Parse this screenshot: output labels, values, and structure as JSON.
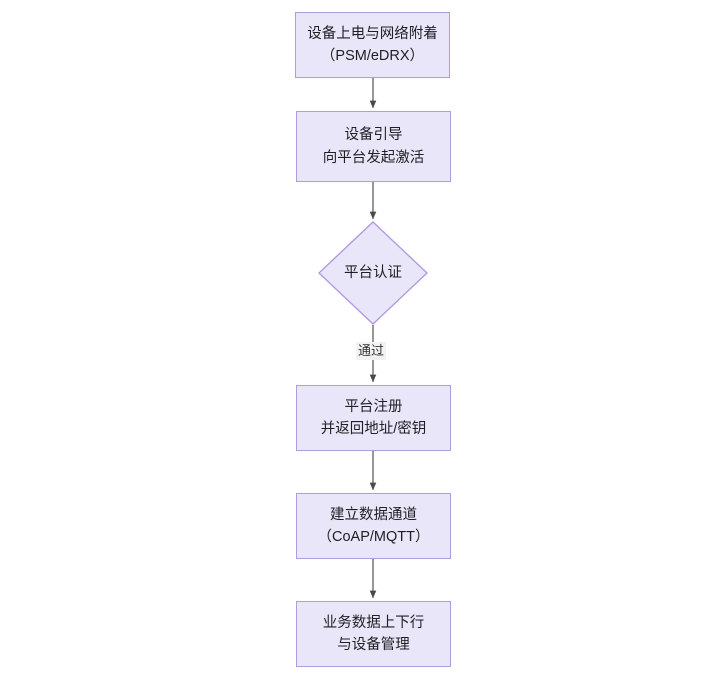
{
  "diagram": {
    "type": "flowchart",
    "orientation": "top-to-bottom",
    "background_color": "#ffffff",
    "node_fill_color": "#e9e6fa",
    "node_border_color": "#b39ae0",
    "text_color": "#1f1f22",
    "edge_color": "#4a4a4a",
    "nodes": [
      {
        "id": "n1",
        "shape": "rectangle",
        "line1": "设备上电与网络附着",
        "line2": "（PSM/eDRX）"
      },
      {
        "id": "n2",
        "shape": "rectangle",
        "line1": "设备引导",
        "line2": "向平台发起激活"
      },
      {
        "id": "n3",
        "shape": "diamond",
        "line1": "平台认证",
        "line2": ""
      },
      {
        "id": "n4",
        "shape": "rectangle",
        "line1": "平台注册",
        "line2": "并返回地址/密钥"
      },
      {
        "id": "n5",
        "shape": "rectangle",
        "line1": "建立数据通道",
        "line2": "（CoAP/MQTT）"
      },
      {
        "id": "n6",
        "shape": "rectangle",
        "line1": "业务数据上下行",
        "line2": "与设备管理"
      }
    ],
    "edges": [
      {
        "from": "n1",
        "to": "n2",
        "label": ""
      },
      {
        "from": "n2",
        "to": "n3",
        "label": ""
      },
      {
        "from": "n3",
        "to": "n4",
        "label": "通过"
      },
      {
        "from": "n4",
        "to": "n5",
        "label": ""
      },
      {
        "from": "n5",
        "to": "n6",
        "label": ""
      }
    ]
  }
}
